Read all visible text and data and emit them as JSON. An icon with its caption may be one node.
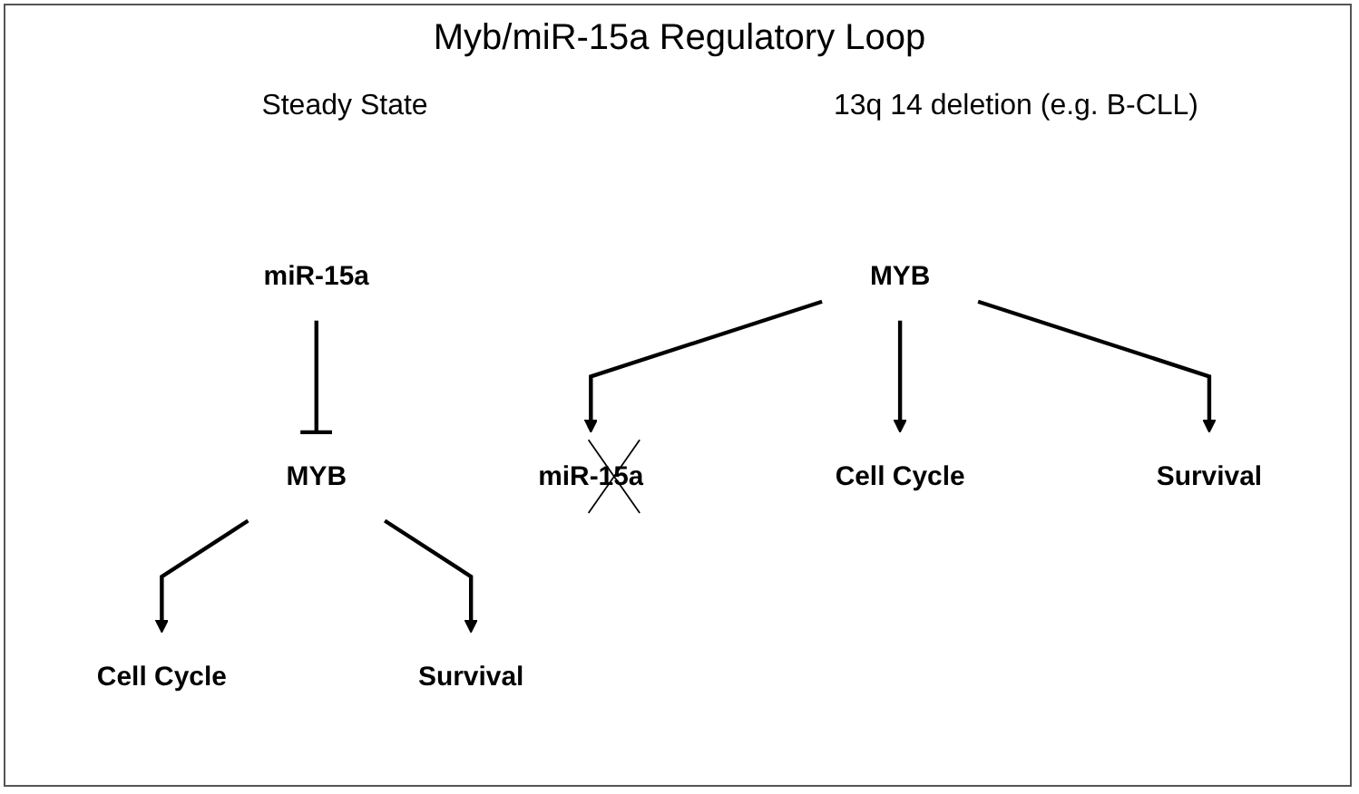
{
  "diagram": {
    "title": "Myb/miR-15a Regulatory Loop",
    "nodes": [
      {
        "text": [
          "miR-15a"
        ]
      },
      {
        "text": [
          "MYB"
        ]
      },
      {
        "text": [
          "Cell Cycle"
        ]
      },
      {
        "text": [
          "Survival"
        ]
      },
      {
        "text": [
          "miR-15a"
        ]
      },
      {
        "text": [
          "MYB"
        ]
      },
      {
        "text": [
          "Cell Cycle"
        ]
      },
      {
        "text": [
          "Survival"
        ]
      }
    ],
    "edges": [
      {
        "from": 0,
        "to": 1,
        "arrow": "other"
      },
      {
        "from": 1,
        "to": 2,
        "arrow": "to"
      },
      {
        "from": 1,
        "to": 3,
        "arrow": "to"
      },
      {
        "from": 5,
        "to": 4,
        "arrow": "to"
      },
      {
        "from": 5,
        "to": 6,
        "arrow": "to"
      },
      {
        "from": 5,
        "to": 7,
        "arrow": "to"
      }
    ],
    "labels": [
      "Steady State",
      "13q 14 deletion (e.g. B-CLL)"
    ]
  }
}
